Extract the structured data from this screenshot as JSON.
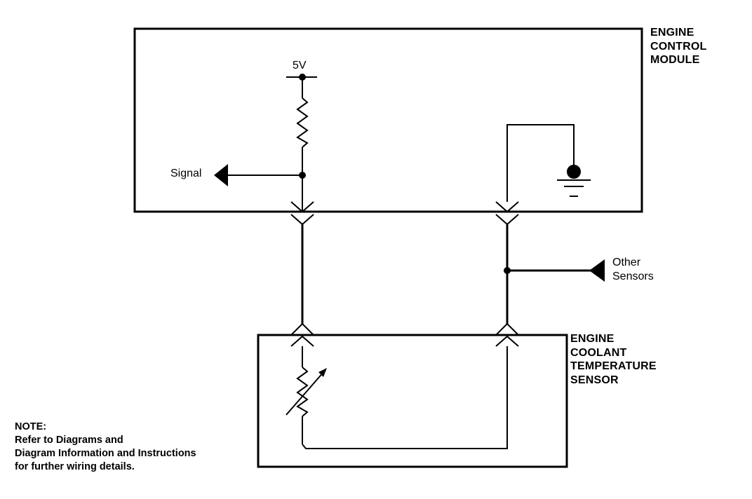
{
  "ecm": {
    "label_lines": [
      "ENGINE",
      "CONTROL",
      "MODULE"
    ]
  },
  "sensor": {
    "label_lines": [
      "ENGINE",
      "COOLANT",
      "TEMPERATURE",
      "SENSOR"
    ]
  },
  "voltage": {
    "label": "5V"
  },
  "signal": {
    "label": "Signal"
  },
  "other_sensors": {
    "label_lines": [
      "Other",
      "Sensors"
    ]
  },
  "note": {
    "lines": [
      "NOTE:",
      "Refer to Diagrams and",
      "Diagram Information and Instructions",
      "for further wiring details."
    ]
  },
  "colors": {
    "line": "#000000",
    "background": "#ffffff"
  }
}
